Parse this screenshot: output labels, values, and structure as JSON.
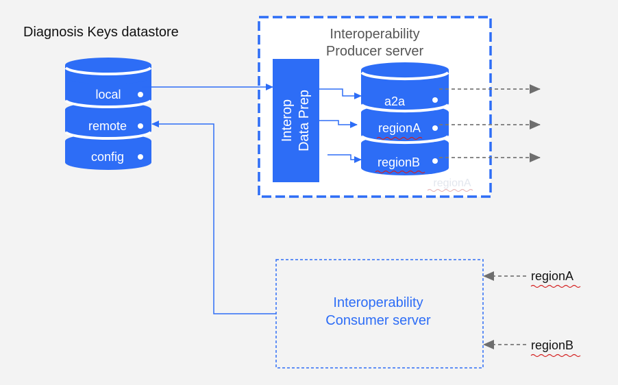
{
  "colors": {
    "background": "#f3f3f3",
    "primary_blue": "#2d6df6",
    "title_text": "#111111",
    "producer_title": "#555555",
    "consumer_text": "#2d6df6",
    "dashed_arrow": "#777777",
    "squiggle": "#d42020",
    "faded_label": "#e3e7ee"
  },
  "datastore": {
    "title": "Diagnosis Keys datastore",
    "tiers": [
      "local",
      "remote",
      "config"
    ]
  },
  "producer": {
    "title_line1": "Interoperability",
    "title_line2": "Producer server",
    "prep_line1": "Interop",
    "prep_line2": "Data Prep",
    "outputs": [
      "a2a",
      "regionA",
      "regionB"
    ],
    "faded_label": "regionA"
  },
  "consumer": {
    "title_line1": "Interoperability",
    "title_line2": "Consumer server",
    "inputs": [
      "regionA",
      "regionB"
    ]
  },
  "icons": {
    "flow_arrow": "arrow-right-icon",
    "incoming_arrow": "arrow-left-icon",
    "database": "database-icon"
  }
}
